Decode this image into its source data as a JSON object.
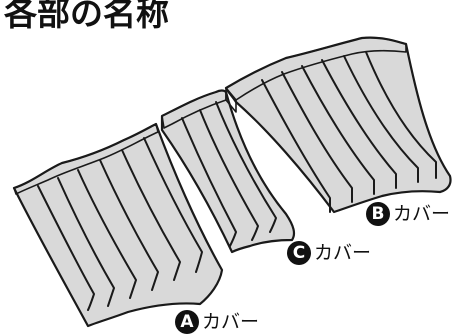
{
  "title": "各部の名称",
  "callouts": {
    "a": {
      "letter": "A",
      "text": "カバー"
    },
    "b": {
      "letter": "B",
      "text": "カバー"
    },
    "c": {
      "letter": "C",
      "text": "カバー"
    }
  },
  "colors": {
    "part_fill": "#d9d9d9",
    "outline": "#1a1a1a",
    "badge": "#111111"
  }
}
